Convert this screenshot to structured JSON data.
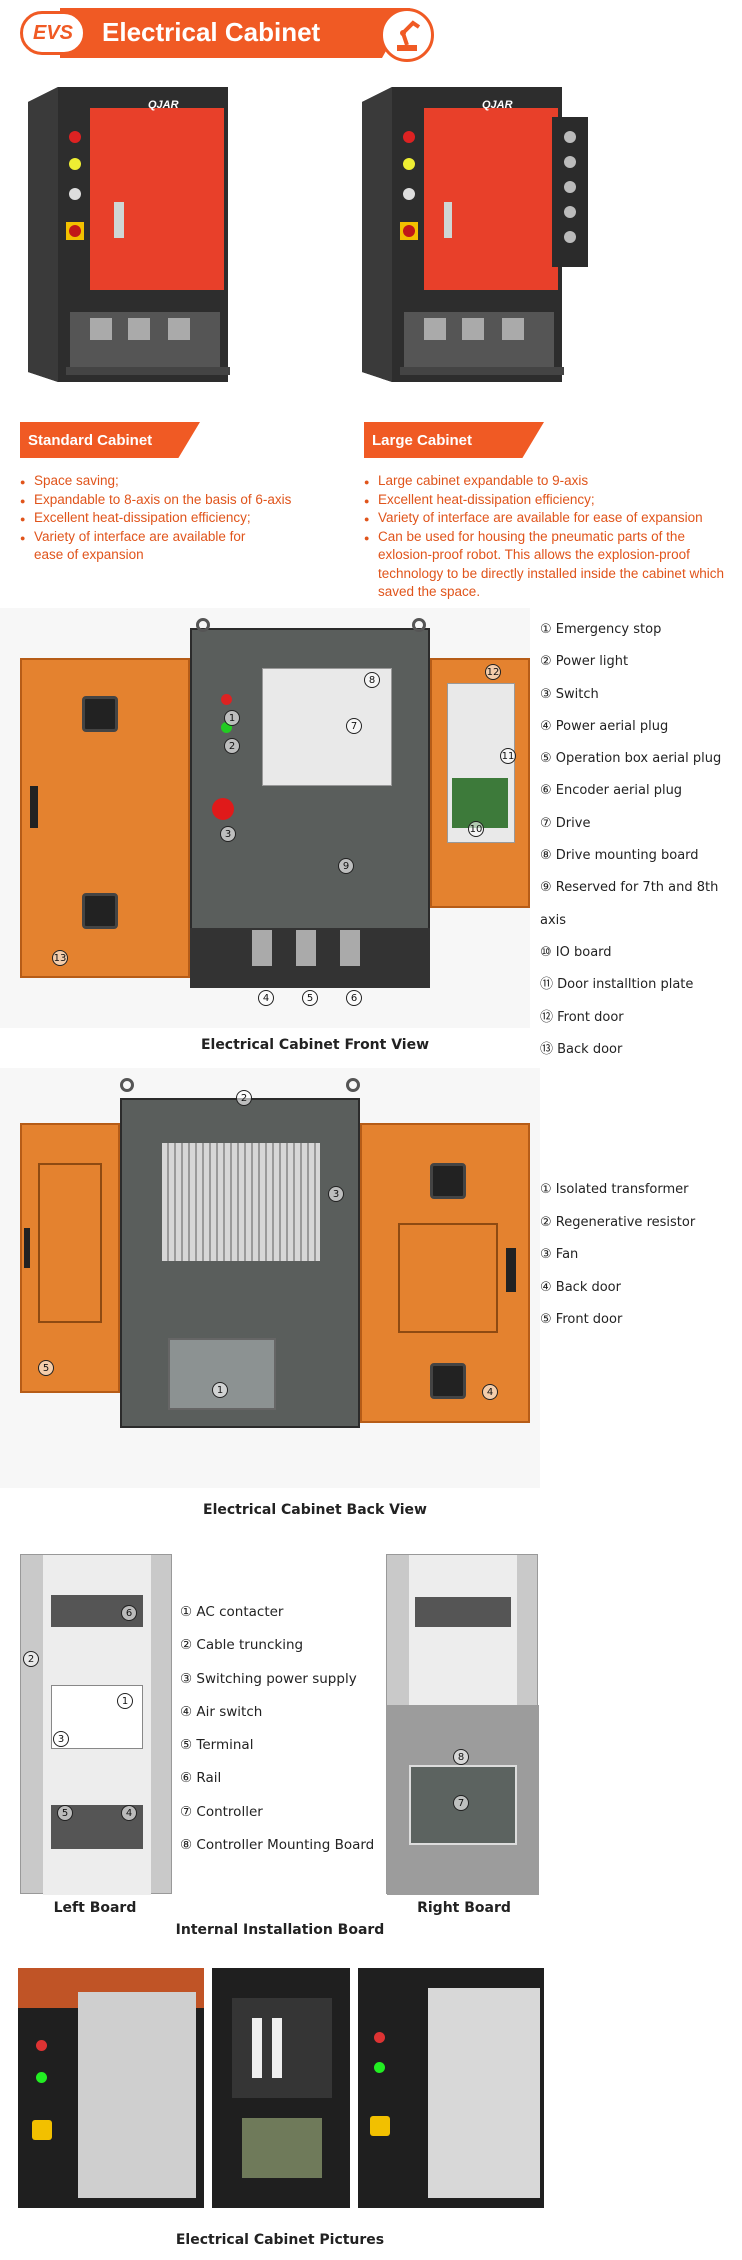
{
  "header": {
    "logo_text": "EVS",
    "title": "Electrical Cabinet",
    "accent_color": "#f05a24"
  },
  "cabinets": {
    "brand_label": "QJAR",
    "standard": {
      "tag": "Standard Cabinet",
      "bullets": [
        "Space saving;",
        "Expandable to 8-axis on the basis of 6-axis",
        "Excellent heat-dissipation efficiency;",
        "Variety of interface are available for ease of expansion"
      ]
    },
    "large": {
      "tag": "Large Cabinet",
      "bullets": [
        "Large cabinet expandable to 9-axis",
        "Excellent heat-dissipation efficiency;",
        "Variety of interface are available for ease of expansion",
        "Can be used for housing the pneumatic parts of the exlosion-proof robot. This allows the explosion-proof technology to be directly installed  inside the cabinet which saved the space."
      ]
    }
  },
  "front_view": {
    "caption": "Electrical Cabinet Front View",
    "legend": [
      "① Emergency stop",
      "② Power light",
      "③ Switch",
      "④ Power aerial plug",
      "⑤ Operation box aerial plug",
      "⑥ Encoder aerial plug",
      "⑦ Drive",
      "⑧ Drive mounting board",
      "⑨ Reserved for 7th and 8th axis",
      "⑩ IO board",
      "⑪ Door installtion plate",
      "⑫ Front door",
      "⑬ Back door"
    ],
    "markers": [
      "1",
      "2",
      "3",
      "4",
      "5",
      "6",
      "7",
      "8",
      "9",
      "10",
      "11",
      "12",
      "13"
    ]
  },
  "back_view": {
    "caption": "Electrical Cabinet Back View",
    "legend": [
      "① Isolated transformer",
      "② Regenerative resistor",
      "③ Fan",
      "④ Back door",
      "⑤ Front door"
    ],
    "markers": [
      "1",
      "2",
      "3",
      "4",
      "5"
    ]
  },
  "install_board": {
    "caption": "Internal Installation Board",
    "left_label": "Left Board",
    "right_label": "Right Board",
    "legend": [
      "① AC contacter",
      "② Cable truncking",
      "③ Switching power supply",
      "④ Air switch",
      "⑤ Terminal",
      "⑥ Rail",
      "⑦ Controller",
      "⑧ Controller Mounting Board"
    ],
    "markers": [
      "1",
      "2",
      "3",
      "4",
      "5",
      "6",
      "7",
      "8"
    ]
  },
  "pictures": {
    "caption": "Electrical Cabinet Pictures"
  }
}
